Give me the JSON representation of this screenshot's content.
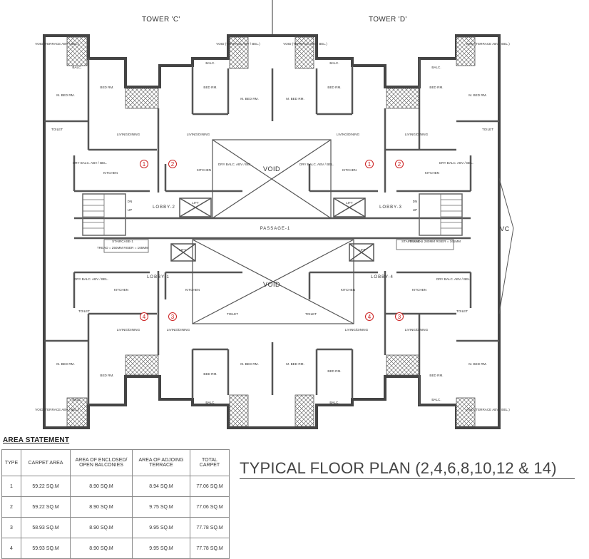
{
  "towers": [
    "TOWER 'C'",
    "TOWER 'D'"
  ],
  "rooms": {
    "void_terrace": "VOID (TERRACE ABV / BEL.)",
    "balc": "BALC.",
    "m_bed_rm": "M. BED RM.",
    "bed_rm": "BED RM.",
    "toilet": "TOILET",
    "living_dining": "LIVING/DINING",
    "dry_balc": "DRY BALC. ABV / BEL.",
    "kitchen": "KITCHEN",
    "lift": "LIFT",
    "void": "VOID",
    "passage": "PASSAGE-1",
    "lobby1": "LOBBY-1",
    "lobby2": "LOBBY-2",
    "lobby3": "LOBBY-3",
    "lobby4": "LOBBY-4",
    "staircase1": "STAIRCASE-1",
    "staircase2": "STAIRCASE-2",
    "tread1": "TREAD = 250MM RISER = 165MM",
    "tread2": "TREAD = 280MM RISER = 161MM",
    "dn": "DN",
    "up": "UP",
    "vc": "VC"
  },
  "unit_numbers": [
    "1",
    "2",
    "3",
    "4"
  ],
  "area_statement": {
    "title": "AREA STATEMENT",
    "headers": [
      "TYPE",
      "CARPET AREA",
      "AREA OF ENCLOSED/ OPEN BALCONIES",
      "AREA OF ADJOING TERRACE",
      "TOTAL CARPET"
    ],
    "rows": [
      [
        "1",
        "59.22 SQ.M",
        "8.90 SQ.M",
        "8.94 SQ.M",
        "77.06 SQ.M"
      ],
      [
        "2",
        "59.22 SQ.M",
        "8.90 SQ.M",
        "9.75 SQ.M",
        "77.06 SQ.M"
      ],
      [
        "3",
        "58.93 SQ.M",
        "8.90 SQ.M",
        "9.95 SQ.M",
        "77.78 SQ.M"
      ],
      [
        "4",
        "59.93 SQ.M",
        "8.90 SQ.M",
        "9.95 SQ.M",
        "77.78 SQ.M"
      ]
    ]
  },
  "plan_title": "TYPICAL FLOOR PLAN (2,4,6,8,10,12 & 14)"
}
